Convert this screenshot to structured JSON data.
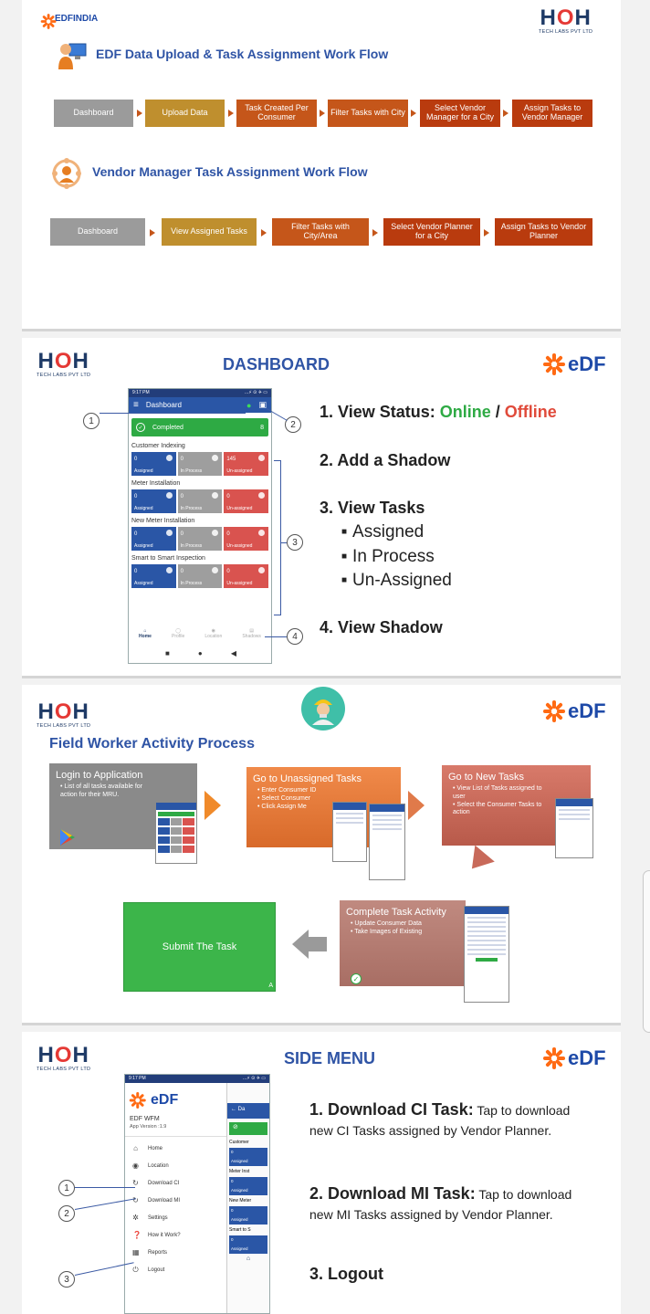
{
  "slide1": {
    "edf_india": "EDFINDIA",
    "hoh_big": "HOH",
    "hoh_small": "TECH LABS PVT LTD",
    "flow1_title": "EDF Data Upload & Task Assignment Work Flow",
    "flow1_steps": [
      "Dashboard",
      "Upload Data",
      "Task Created Per Consumer",
      "Filter Tasks with City",
      "Select Vendor Manager for a City",
      "Assign Tasks to Vendor Manager"
    ],
    "flow2_title": "Vendor Manager Task Assignment Work Flow",
    "flow2_steps": [
      "Dashboard",
      "View Assigned Tasks",
      "Filter Tasks with City/Area",
      "Select Vendor Planner for a City",
      "Assign Tasks to Vendor Planner"
    ]
  },
  "slide2": {
    "title": "DASHBOARD",
    "edf": "eDF",
    "phone": {
      "time": "9:17 PM",
      "signal": "...⚡ ⊙ ✈ ▭",
      "app_title": "Dashboard",
      "completed_label": "Completed",
      "completed_count": "8",
      "sections": [
        {
          "name": "Customer Indexing",
          "assigned": "0",
          "in_process": "0",
          "unassigned": "145"
        },
        {
          "name": "Meter Installation",
          "assigned": "0",
          "in_process": "0",
          "unassigned": "0"
        },
        {
          "name": "New Meter Installation",
          "assigned": "0",
          "in_process": "0",
          "unassigned": "0"
        },
        {
          "name": "Smart to Smart Inspection",
          "assigned": "0",
          "in_process": "0",
          "unassigned": "0"
        }
      ],
      "tile_labels": {
        "assigned": "Assigned",
        "in_process": "In Process",
        "unassigned": "Un-assigned"
      },
      "nav": [
        "Home",
        "Profile",
        "Location",
        "Shadows"
      ]
    },
    "points": {
      "p1_prefix": "1. View Status: ",
      "p1_online": "Online",
      "p1_sep": " / ",
      "p1_offline": "Offline",
      "p2": "2. Add a Shadow",
      "p3": "3. View Tasks",
      "p3_items": [
        "Assigned",
        "In Process",
        "Un-Assigned"
      ],
      "p4": "4. View Shadow"
    },
    "callouts": [
      "1",
      "2",
      "3",
      "4"
    ]
  },
  "slide3": {
    "title": "Field Worker Activity Process",
    "card1_title": "Login to Application",
    "card1_text": "List of all tasks available for action for their MRU.",
    "card2_title": "Go to Unassigned Tasks",
    "card2_items": [
      "Enter Consumer ID",
      "Select Consumer",
      "Click Assign Me"
    ],
    "card3_title": "Go to New Tasks",
    "card3_items": [
      "View List of Tasks assigned to user",
      "Select the Consumer Tasks to action"
    ],
    "card4_title": "Complete Task Activity",
    "card4_items": [
      "Update Consumer Data",
      "Take Images of Existing"
    ],
    "submit_label": "Submit The Task",
    "submit_corner": "A"
  },
  "slide4": {
    "title": "SIDE MENU",
    "edf": "eDF",
    "phone": {
      "time": "9:17 PM",
      "brand": "eDF",
      "app_name": "EDF WFM",
      "version": "App Version :1.9",
      "menu": [
        "Home",
        "Location",
        "Download CI",
        "Download MI",
        "Settings",
        "How it Work?",
        "Reports",
        "Logout"
      ],
      "right_labels": [
        "Da",
        "Customer",
        "Meter Inst",
        "New Meter",
        "Smart to S"
      ],
      "right_tile": "Assigned",
      "right_zero": "0"
    },
    "p1_title": "1. Download CI Task:",
    "p1_text": " Tap to download new CI Tasks assigned by Vendor Planner.",
    "p2_title": "2. Download MI Task:",
    "p2_text": " Tap to download new MI Tasks assigned by Vendor Planner.",
    "p3_title": "3. Logout",
    "callouts": [
      "1",
      "2",
      "3"
    ]
  },
  "colors": {
    "online": "#2eaa44",
    "offline": "#e04a3a",
    "title_blue": "#2f54a5",
    "edf_blue": "#1e4aa8",
    "orange": "#ff6a13"
  }
}
